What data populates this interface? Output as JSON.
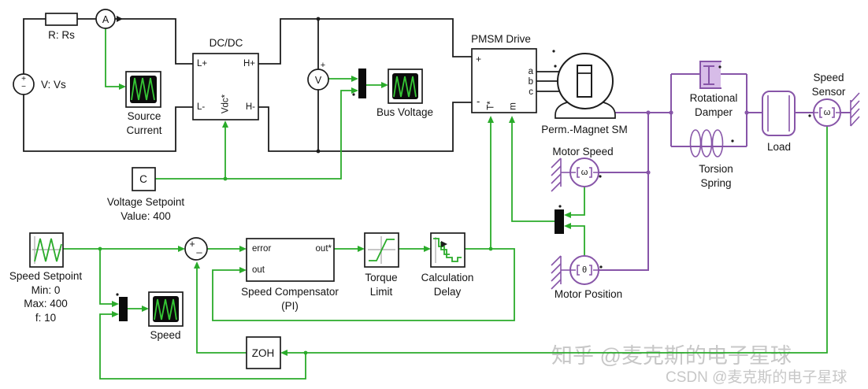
{
  "colors": {
    "signal_green": "#2aab2a",
    "wave_green": "#35c935",
    "mech_purple": "#8755a8",
    "damper_fill": "#d7bce8",
    "black_wire": "#1c1c1c",
    "watermark_gray": "#c7c7c7"
  },
  "watermark": {
    "zhihu": "知乎 @麦克斯的电子星球",
    "csdn": "CSDN @麦克斯的电子星球"
  },
  "blocks": {
    "voltage_source": {
      "plus": "+",
      "minus": "−",
      "name": "V: Vs"
    },
    "resistor": {
      "name": "R: Rs"
    },
    "ammeter": {
      "glyph": "A"
    },
    "source_current_scope": {
      "name": "Source\nCurrent"
    },
    "dcdc": {
      "title": "DC/DC",
      "port_lplus": "L+",
      "port_hplus": "H+",
      "port_lminus": "L-",
      "port_hminus": "H-",
      "port_vdc": "Vdc*"
    },
    "voltage_setpoint": {
      "glyph": "C",
      "name": "Voltage Setpoint\nValue: 400"
    },
    "voltmeter": {
      "glyph": "V",
      "plus": "+"
    },
    "bus_voltage_scope": {
      "name": "Bus Voltage"
    },
    "pmsm_drive": {
      "title": "PMSM Drive",
      "port_plus": "+",
      "port_minus": "-",
      "port_a": "a",
      "port_b": "b",
      "port_c": "c",
      "port_t": "T*",
      "port_m": "m"
    },
    "motor": {
      "name": "Perm.-Magnet SM"
    },
    "motor_speed_sensor": {
      "glyph": "ω",
      "name": "Motor Speed"
    },
    "motor_position_sensor": {
      "glyph": "θ",
      "name": "Motor Position"
    },
    "rotational_damper": {
      "name": "Rotational\nDamper"
    },
    "torsion_spring": {
      "name": "Torsion\nSpring"
    },
    "load": {
      "name": "Load"
    },
    "speed_sensor": {
      "glyph": "ω",
      "name": "Speed\nSensor"
    },
    "speed_setpoint": {
      "name": "Speed Setpoint\nMin: 0\nMax: 400\nf: 10"
    },
    "sum_junction": {
      "plus": "+",
      "minus": "_"
    },
    "speed_compensator": {
      "name": "Speed Compensator\n(PI)",
      "port_error": "error",
      "port_out": "out",
      "port_out_star": "out*"
    },
    "torque_limit": {
      "name": "Torque\nLimit"
    },
    "calculation_delay": {
      "name": "Calculation\nDelay"
    },
    "speed_scope": {
      "name": "Speed"
    },
    "zoh": {
      "glyph": "ZOH"
    }
  }
}
